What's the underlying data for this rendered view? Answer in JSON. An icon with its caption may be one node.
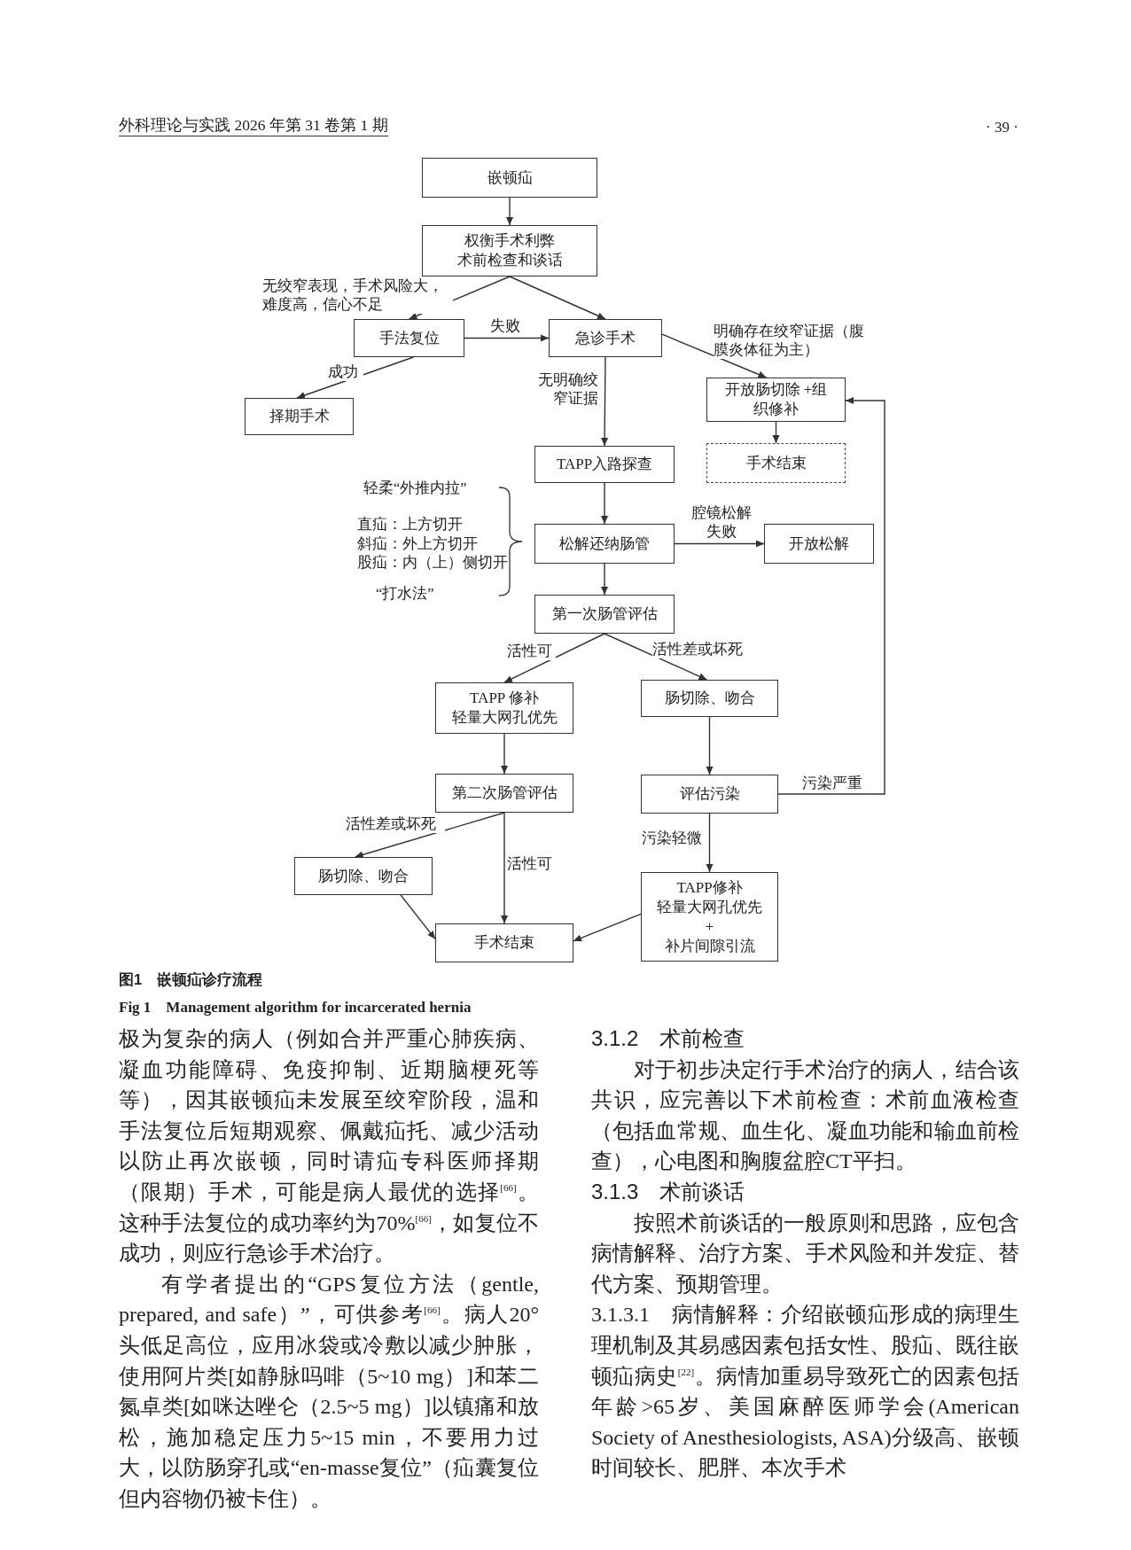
{
  "diagram": {
    "caption": "图1　嵌顿疝诊疗流程",
    "nodes": [
      {
        "text": [
          "嵌顿疝"
        ]
      },
      {
        "text": [
          "权衡手术利弊",
          "术前检查和谈话"
        ]
      },
      {
        "text": [
          "手法复位"
        ]
      },
      {
        "text": [
          "急诊手术"
        ]
      },
      {
        "text": [
          "择期手术"
        ]
      },
      {
        "text": [
          "开放肠切除 +组织修补"
        ]
      },
      {
        "text": [
          "手术结束"
        ]
      },
      {
        "text": [
          "TAPP入路探查"
        ]
      },
      {
        "text": [
          "松解还纳肠管"
        ]
      },
      {
        "text": [
          "开放松解"
        ]
      },
      {
        "text": [
          "第一次肠管评估"
        ]
      },
      {
        "text": [
          "TAPP 修补",
          "轻量大网孔优先"
        ]
      },
      {
        "text": [
          "肠切除、吻合"
        ]
      },
      {
        "text": [
          "第二次肠管评估"
        ]
      },
      {
        "text": [
          "评估污染"
        ]
      },
      {
        "text": [
          "肠切除、吻合"
        ]
      },
      {
        "text": [
          "手术结束"
        ]
      },
      {
        "text": [
          "TAPP修补",
          "轻量大网孔优先",
          "+",
          "补片间隙引流"
        ]
      }
    ],
    "edges": [
      {
        "from": 0,
        "to": 1,
        "arrow": "to"
      },
      {
        "from": 1,
        "to": 2,
        "arrow": "to",
        "label": "无绞窄表现，手术风险大，难度高，信心不足"
      },
      {
        "from": 1,
        "to": 3,
        "arrow": "to"
      },
      {
        "from": 2,
        "to": 3,
        "arrow": "to",
        "label": "失败"
      },
      {
        "from": 2,
        "to": 4,
        "arrow": "to",
        "label": "成功"
      },
      {
        "from": 3,
        "to": 5,
        "arrow": "to",
        "label": "明确存在绞窄证据（腹膜炎体征为主）"
      },
      {
        "from": 3,
        "to": 7,
        "arrow": "to",
        "label": "无明确绞窄证据"
      },
      {
        "from": 5,
        "to": 6,
        "arrow": "to"
      },
      {
        "from": 7,
        "to": 8,
        "arrow": "to"
      },
      {
        "from": 8,
        "to": 9,
        "arrow": "to",
        "label": "腔镜松解失败"
      },
      {
        "from": 8,
        "to": 10,
        "arrow": "to"
      },
      {
        "from": 10,
        "to": 11,
        "arrow": "to",
        "label": "活性可"
      },
      {
        "from": 10,
        "to": 12,
        "arrow": "to",
        "label": "活性差或坏死"
      },
      {
        "from": 11,
        "to": 13,
        "arrow": "to"
      },
      {
        "from": 12,
        "to": 14,
        "arrow": "to"
      },
      {
        "from": 14,
        "to": 5,
        "arrow": "to",
        "label": "污染严重"
      },
      {
        "from": 14,
        "to": 17,
        "arrow": "to",
        "label": "污染轻微"
      },
      {
        "from": 13,
        "to": 15,
        "arrow": "to",
        "label": "活性差或坏死"
      },
      {
        "from": 13,
        "to": 16,
        "arrow": "to",
        "label": "活性可"
      },
      {
        "from": 15,
        "to": 16,
        "arrow": "to"
      },
      {
        "from": 17,
        "to": 16,
        "arrow": "to"
      }
    ],
    "labels": [
      "外科理论与实践 2026 年第 31 卷第 1 期",
      "· 39 ·",
      "轻柔“外推内拉”",
      "直疝：上方切开",
      "斜疝：外上方切开",
      "股疝：内（上）侧切开",
      "“打水法”",
      "Fig 1　Management algorithm for incarcerated hernia",
      "极为复杂的病人（例如合并严重心肺疾病、凝血功能障碍、免疫抑制、近期脑梗死等等），因其嵌顿疝未发展至绞窄阶段，温和手法复位后短期观察、佩戴疝托、减少活动以防止再次嵌顿，同时请疝专科医师择期（限期）手术，可能是病人最优的选择$^{[66]}$。这种手法复位的成功率约为70%$^{[66]}$，如复位不成功，则应行急诊手术治疗。",
      "有学者提出的“GPS复位方法（gentle, prepared, and safe）”，可供参考$^{[66]}$。病人20°头低足高位，应用冰袋或冷敷以减少肿胀，使用阿片类[如静脉吗啡（5~10 mg）]和苯二氮卓类[如咪达唑仑（2.5~5 mg）]以镇痛和放松，施加稳定压力5~15 min，不要用力过大，以防肠穿孔或“en-masse复位”（疝囊复位但内容物仍被卡住）。",
      "3.1.2　术前检查",
      "对于初步决定行手术治疗的病人，结合该共识，应完善以下术前检查：术前血液检查（包括血常规、血生化、凝血功能和输血前检查），心电图和胸腹盆腔CT平扫。",
      "3.1.3　术前谈话",
      "按照术前谈话的一般原则和思路，应包含病情解释、治疗方案、手术风险和并发症、替代方案、预期管理。",
      "3.1.3.1　病情解释：介绍嵌顿疝形成的病理生理机制及其易感因素包括女性、股疝、既往嵌顿疝病史$^{[22]}$。病情加重易导致死亡的因素包括年龄>65岁、美国麻醉医师学会(American Society of Anesthesiologists, ASA)分级高、嵌顿时间较长、肥胖、本次手术"
    ]
  }
}
